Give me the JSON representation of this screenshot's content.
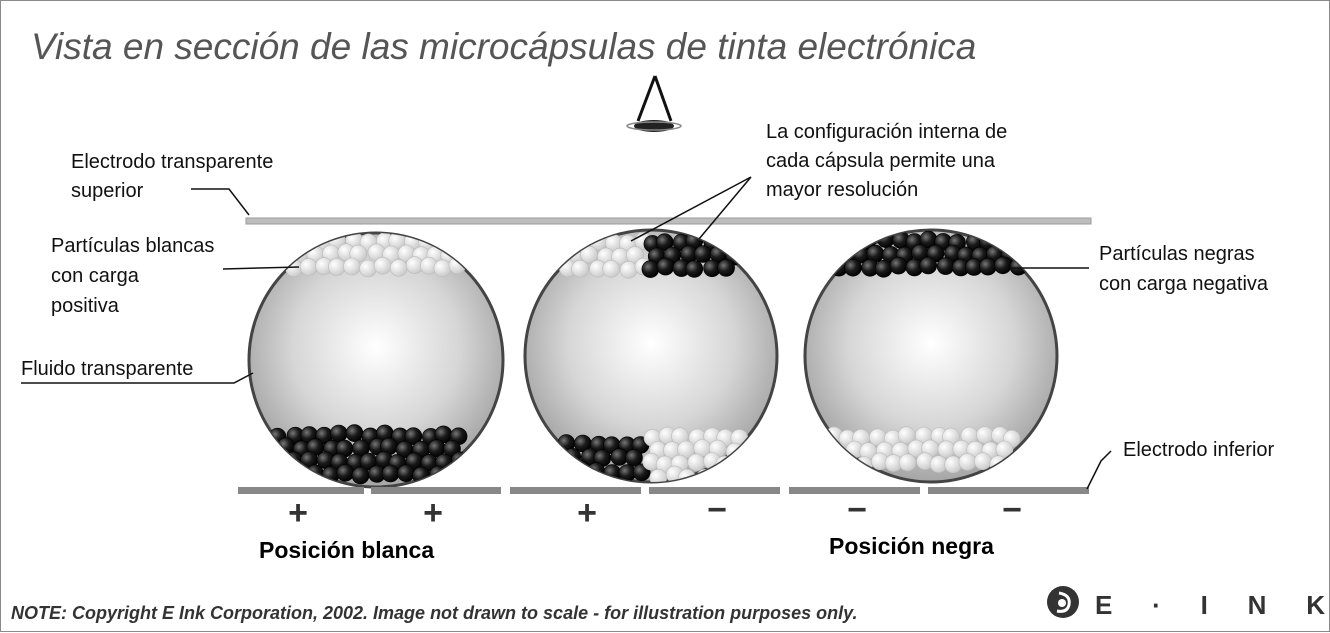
{
  "title": "Vista en sección de las microcápsulas de tinta electrónica",
  "labels": {
    "top_electrode_line1": "Electrodo transparente",
    "top_electrode_line2": "superior",
    "white_particles_line1": "Partículas blancas",
    "white_particles_line2": "con carga",
    "white_particles_line3": "positiva",
    "fluid": "Fluido transparente",
    "config_line1": "La configuración interna de",
    "config_line2": "cada cápsula permite una",
    "config_line3": "mayor resolución",
    "black_particles_line1": "Partículas negras",
    "black_particles_line2": "con carga negativa",
    "bottom_electrode": "Electrodo inferior"
  },
  "electrode_signs": [
    "+",
    "+",
    "+",
    "−",
    "−",
    "−"
  ],
  "positions": {
    "white": "Posición blanca",
    "black": "Posición negra"
  },
  "note": "NOTE: Copyright E Ink Corporation, 2002. Image not drawn to scale - for illustration purposes only.",
  "logo": {
    "text": "E · I N K",
    "icon": "e-ink-swirl-icon"
  },
  "colors": {
    "title": "#555555",
    "electrode": "#888888",
    "top_electrode": "#bbbbbb",
    "capsule_edge": "#444444",
    "white_particle": "#f2f2f2",
    "black_particle": "#1a1a1a"
  }
}
